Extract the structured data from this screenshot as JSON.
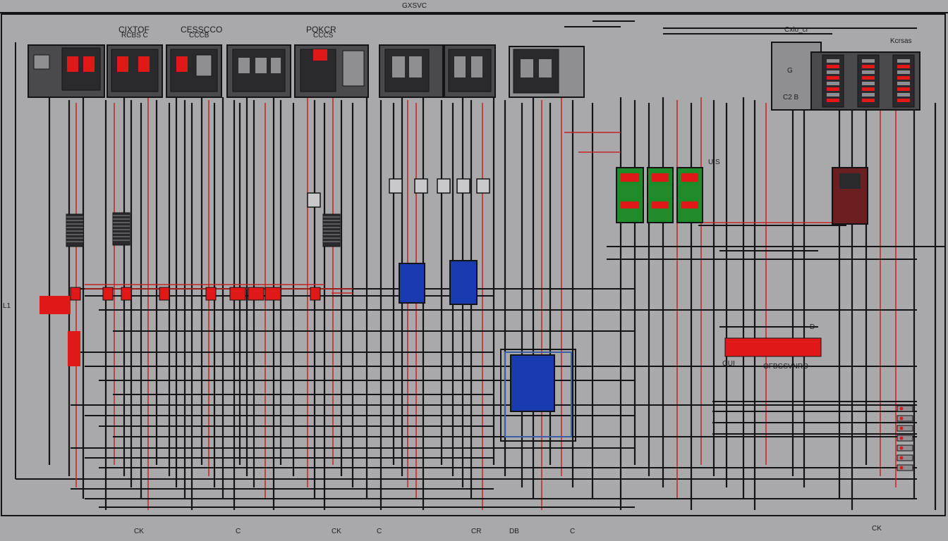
{
  "colors": {
    "background": "#a9a9ab",
    "wire": "#141416",
    "red_wire": "#c62424",
    "panel": "#4a4a4e",
    "panel_light": "#8f8f93",
    "relay_red": "#e01818",
    "module_blue": "#1a3bb0",
    "meter_green": "#1f8a2a"
  },
  "labels": {
    "top_center": "GXSVC",
    "panel1_title": "CIXTOF",
    "panel1_sub": "RCBS C",
    "panel2_title": "CESSCCO",
    "panel2_sub": "CCCB",
    "panel3_title": "POKCR",
    "panel3_sub": "CCCS",
    "right_group": "Cxlo_cr",
    "right_panel": "Kcrsas",
    "right_sub1": "G",
    "right_sub2": "C2 B",
    "mid_right": "U S",
    "left_edge": "L1",
    "relay_left": "GUI",
    "relay_right_caption": "OFBGSVNRO",
    "relay_right_tag": "D",
    "bottom_1": "CK",
    "bottom_2": "C",
    "bottom_3": "CK",
    "bottom_4": "C",
    "bottom_5": "CR",
    "bottom_6": "DB",
    "bottom_7": "C",
    "bottom_8": "CK"
  }
}
